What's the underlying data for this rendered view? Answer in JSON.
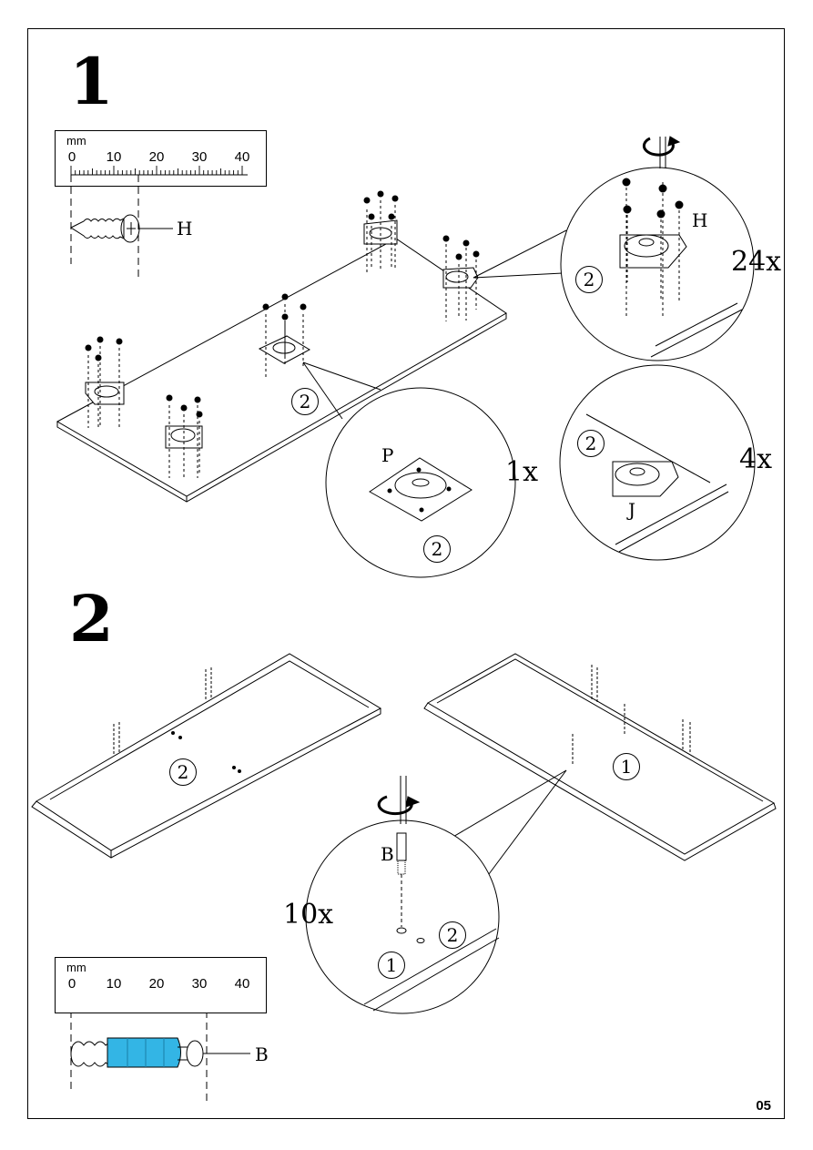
{
  "steps": [
    {
      "number": "1",
      "ruler": {
        "unit": "mm",
        "ticks": [
          "0",
          "10",
          "20",
          "30",
          "40"
        ]
      },
      "parts": {
        "screw": "H",
        "plate": "P",
        "bracket": "J"
      },
      "callout_screw": {
        "part": "H",
        "panel": "2",
        "qty": "24x"
      },
      "callout_plate": {
        "part": "P",
        "panel": "2",
        "qty": "1x"
      },
      "callout_bracket": {
        "part": "J",
        "panel": "2",
        "qty": "4x"
      },
      "board_panel": "2"
    },
    {
      "number": "2",
      "ruler": {
        "unit": "mm",
        "ticks": [
          "0",
          "10",
          "20",
          "30",
          "40"
        ]
      },
      "part": "B",
      "left_panel": "2",
      "right_panel": "1",
      "callout": {
        "part": "B",
        "qty": "10x",
        "panel_a": "1",
        "panel_b": "2"
      }
    }
  ],
  "page_number": "05"
}
